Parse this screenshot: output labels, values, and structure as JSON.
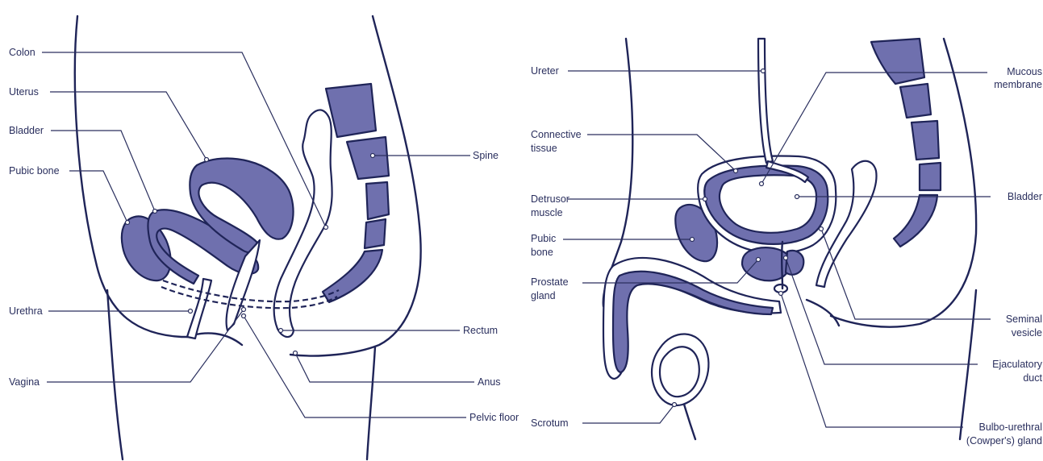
{
  "female_labels": {
    "colon": "Colon",
    "uterus": "Uterus",
    "bladder": "Bladder",
    "pubic_bone": "Pubic bone",
    "spine": "Spine",
    "urethra": "Urethra",
    "rectum": "Rectum",
    "vagina": "Vagina",
    "anus": "Anus",
    "pelvic_floor": "Pelvic floor"
  },
  "male_labels": {
    "ureter": "Ureter",
    "mucous_membrane": [
      "Mucous",
      "membrane"
    ],
    "connective_tissue": [
      "Connective",
      "tissue"
    ],
    "bladder": "Bladder",
    "detrusor_muscle": [
      "Detrusor",
      "muscle"
    ],
    "pubic_bone": [
      "Pubic",
      "bone"
    ],
    "prostate_gland": [
      "Prostate",
      "gland"
    ],
    "seminal_vesicle": [
      "Seminal",
      "vesicle"
    ],
    "ejaculatory_duct": [
      "Ejaculatory",
      "duct"
    ],
    "scrotum": "Scrotum",
    "bulbo_urethral_gland": [
      "Bulbo-urethral",
      "(Cowper's) gland"
    ]
  },
  "colors": {
    "organ_fill": "#6f70ae",
    "outline": "#1f2458",
    "label_text": "#2a2f5e",
    "background": "#ffffff"
  }
}
